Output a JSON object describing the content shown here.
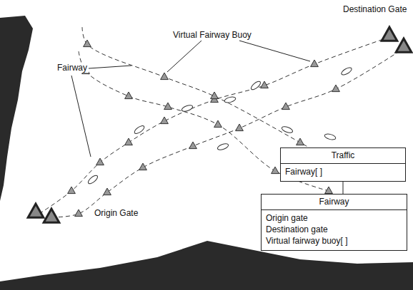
{
  "diagram": {
    "nodes": [
      {
        "text": [
          "Traffic",
          "Fairway[ ]"
        ]
      },
      {
        "text": [
          "Fairway",
          "Origin gate",
          "Destination gate",
          "Virtual fairway buoy[ ]"
        ]
      }
    ],
    "edges": [
      {
        "from": 0,
        "to": 1,
        "arrow": "none"
      }
    ],
    "labels": [
      "Destination Gate",
      "Virtual Fairway Buoy",
      "Fairway",
      "Origin Gate"
    ]
  }
}
